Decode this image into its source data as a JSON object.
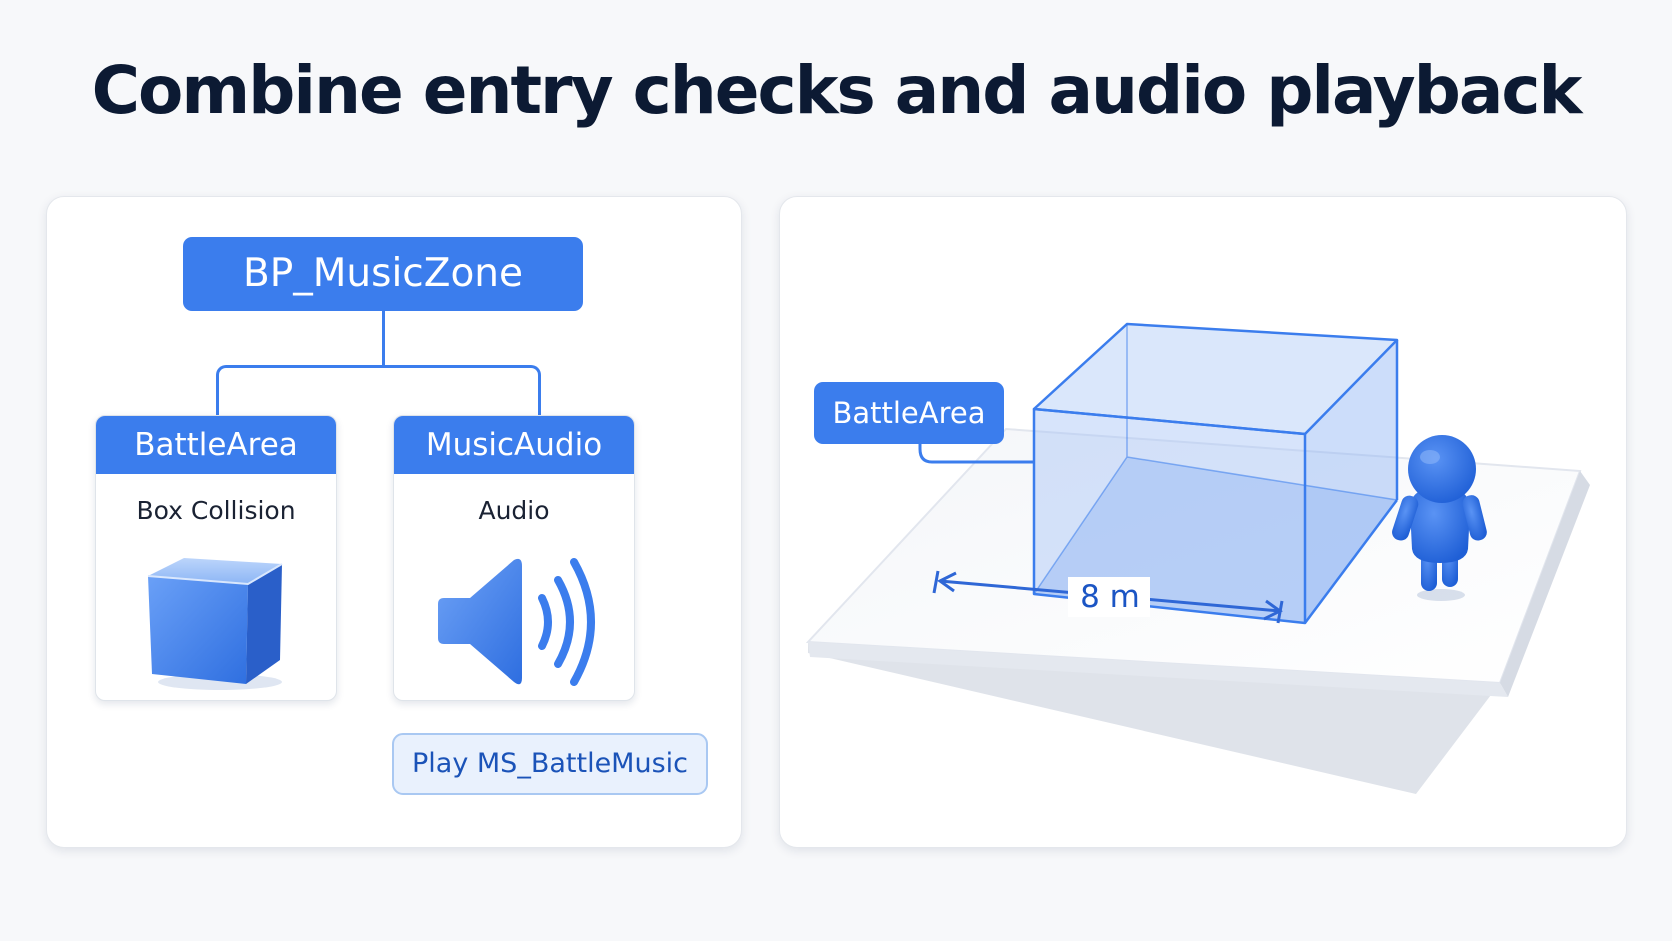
{
  "title": "Combine entry checks and audio playback",
  "hierarchy": {
    "root": "BP_MusicZone",
    "children": [
      {
        "name": "BattleArea",
        "type": "Box Collision",
        "icon": "cube-icon"
      },
      {
        "name": "MusicAudio",
        "type": "Audio",
        "icon": "speaker-icon"
      }
    ],
    "action": "Play MS_BattleMusic"
  },
  "scene": {
    "volume_label": "BattleArea",
    "dimension_label": "8 m",
    "icons": [
      "trigger-box-icon",
      "floor-icon",
      "character-icon"
    ]
  },
  "colors": {
    "accent": "#3b7ded",
    "title": "#0c1a33",
    "chip_bg": "#e9f1fd"
  }
}
